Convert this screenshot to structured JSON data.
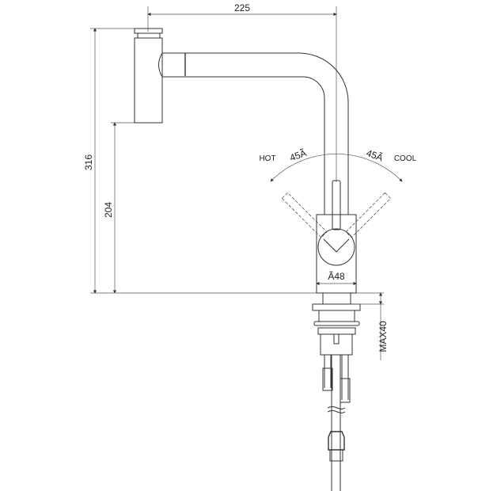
{
  "dimensions": {
    "spout_reach": "225",
    "total_height": "316",
    "spout_height": "204",
    "body_diameter": "Ã48",
    "max_counter_thickness": "MAX40",
    "hot_angle": "45Ã",
    "cool_angle": "45Ã"
  },
  "labels": {
    "hot": "HOT",
    "cool": "COOL"
  }
}
